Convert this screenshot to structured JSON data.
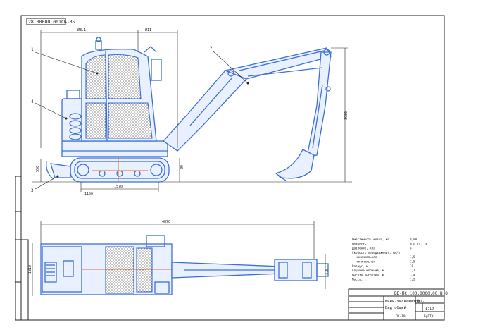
{
  "drawing": {
    "code_topleft": "28.00000.001СБ-ЗБ",
    "callouts": [
      "1",
      "2",
      "3",
      "4"
    ],
    "dimensions": {
      "top_left": "Ø3.1",
      "top_right": "Ø11",
      "height_right": "3900",
      "left_height": "550",
      "small_1": "Ø9",
      "track_len": "1570",
      "track_w": "1150",
      "plan_len": "4870",
      "plan_width": "1310",
      "plan_small": "4.5"
    },
    "specs": [
      {
        "label": "Вместимость ковша, м³",
        "value": "0,08"
      },
      {
        "label": "Мощность",
        "value": "Ф.Д.ЕТ, 3Е"
      },
      {
        "label": "Давление, кПа",
        "value": "8"
      },
      {
        "label": "Скорость передвижения, км/ч",
        "value": ""
      },
      {
        "label": "— максимальная",
        "value": "1,5"
      },
      {
        "label": "— минимальная",
        "value": "2,5"
      },
      {
        "label": "Радиус, м",
        "value": "18"
      },
      {
        "label": "Глубина копания, м",
        "value": "1,7"
      },
      {
        "label": "Высота выгрузки, м",
        "value": "3,4"
      },
      {
        "label": "Масса, т",
        "value": "1,2"
      }
    ],
    "title_block": {
      "doc_code": "ВЕ-ПС.100.0000.00.В.О",
      "name_line1": "Мини-экскаватор",
      "name_line2": "Вид общий",
      "sheet_label": "Лит.",
      "scale": "1:10",
      "org": "БрГТУ",
      "group": "ПС-10"
    }
  }
}
